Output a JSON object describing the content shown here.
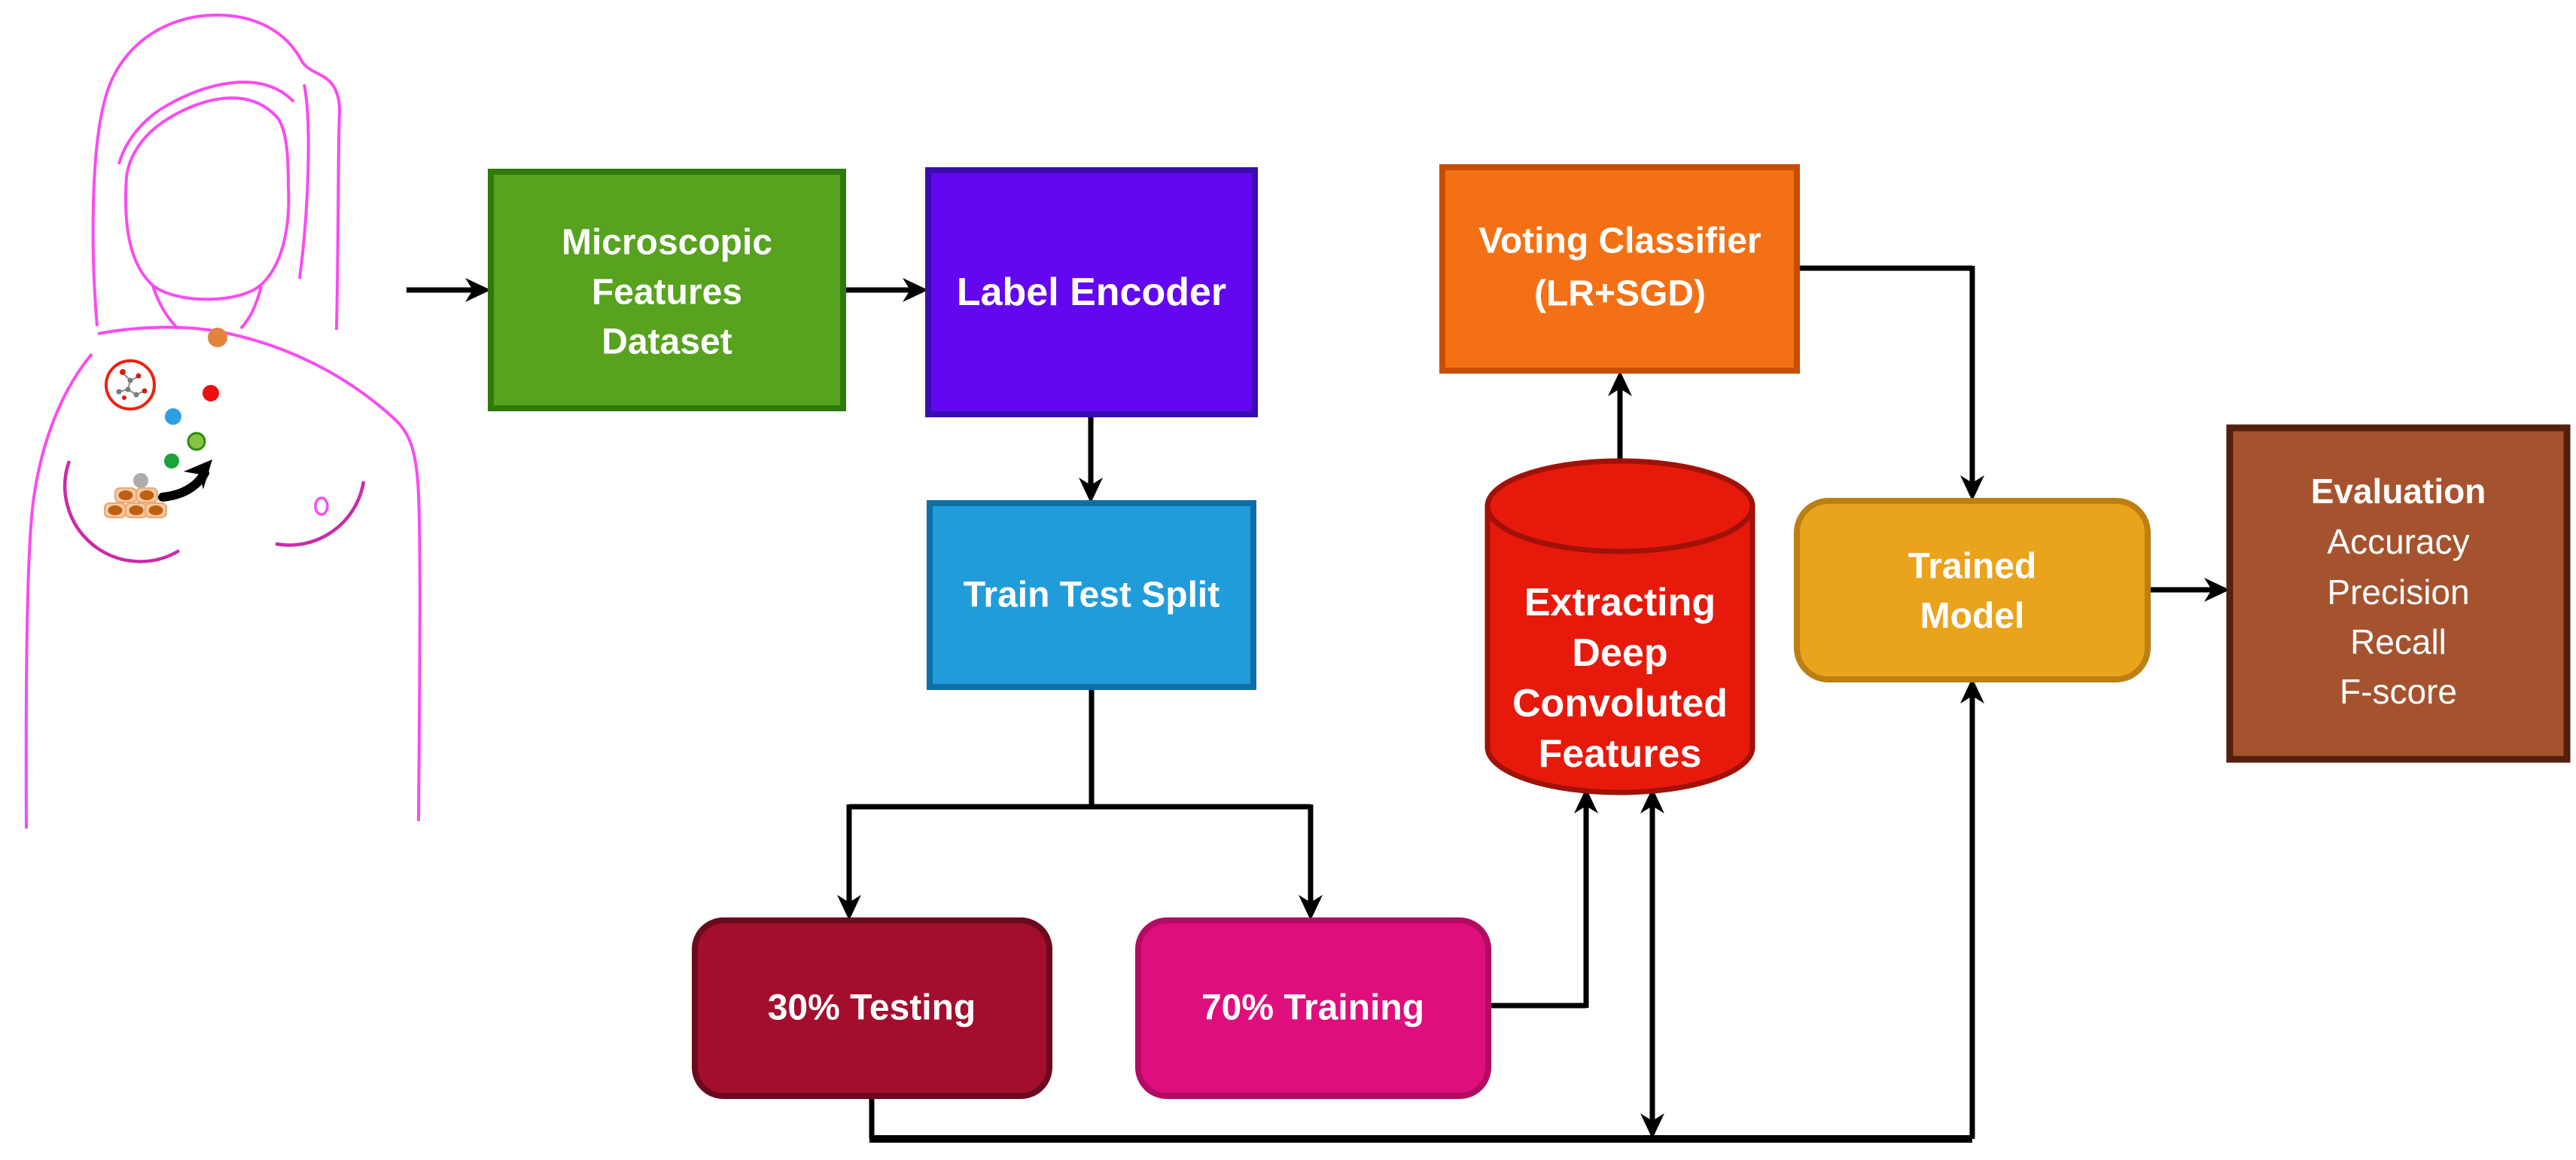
{
  "diagram": {
    "description": "Breast cancer microscopic features classification pipeline flowchart",
    "nodes": {
      "dataset": {
        "lines": [
          "Microscopic",
          "Features",
          "Dataset"
        ]
      },
      "label_encoder": {
        "label": "Label Encoder"
      },
      "train_test_split": {
        "label": "Train Test Split"
      },
      "testing": {
        "label": "30% Testing"
      },
      "training": {
        "label": "70% Training"
      },
      "features_db": {
        "lines": [
          "Extracting",
          "Deep",
          "Convoluted",
          "Features"
        ]
      },
      "voting_classifier": {
        "lines": [
          "Voting Classifier",
          "(LR+SGD)"
        ]
      },
      "trained_model": {
        "lines": [
          "Trained",
          "Model"
        ]
      },
      "evaluation": {
        "lines": [
          "Evaluation",
          "Accuracy",
          "Precision",
          "Recall",
          "F-score"
        ]
      }
    },
    "edges": [
      {
        "from": "patient-figure",
        "to": "microscopic-features-dataset"
      },
      {
        "from": "microscopic-features-dataset",
        "to": "label-encoder"
      },
      {
        "from": "label-encoder",
        "to": "train-test-split"
      },
      {
        "from": "train-test-split",
        "to": "testing-30"
      },
      {
        "from": "train-test-split",
        "to": "training-70"
      },
      {
        "from": "training-70",
        "to": "extracting-deep-convoluted-features"
      },
      {
        "from": "testing-30",
        "to": "extracting-deep-convoluted-features",
        "bidirectional": true
      },
      {
        "from": "extracting-deep-convoluted-features",
        "to": "voting-classifier"
      },
      {
        "from": "voting-classifier",
        "to": "trained-model"
      },
      {
        "from": "testing-30",
        "to": "trained-model"
      },
      {
        "from": "trained-model",
        "to": "evaluation"
      }
    ],
    "colors": {
      "dataset_fill": "#57A21F",
      "dataset_border": "#2F7A0B",
      "label_encoder_fill": "#6207EF",
      "label_encoder_border": "#3A0DB0",
      "train_test_split_fill": "#209CDA",
      "train_test_split_border": "#0F6EA6",
      "testing_fill": "#A30E2D",
      "testing_border": "#6D091D",
      "training_fill": "#DE0E7D",
      "training_border": "#B20B63",
      "features_db_fill": "#E7190B",
      "features_db_border": "#A01108",
      "voting_classifier_fill": "#F37114",
      "voting_classifier_border": "#C94E03",
      "trained_model_fill": "#E9A31C",
      "trained_model_border": "#BB7F12",
      "evaluation_fill": "#A5532F",
      "evaluation_border": "#53200E",
      "arrow": "#000000",
      "figure_outline": "#F94BF2",
      "label_text": "#FFFFFF"
    }
  }
}
